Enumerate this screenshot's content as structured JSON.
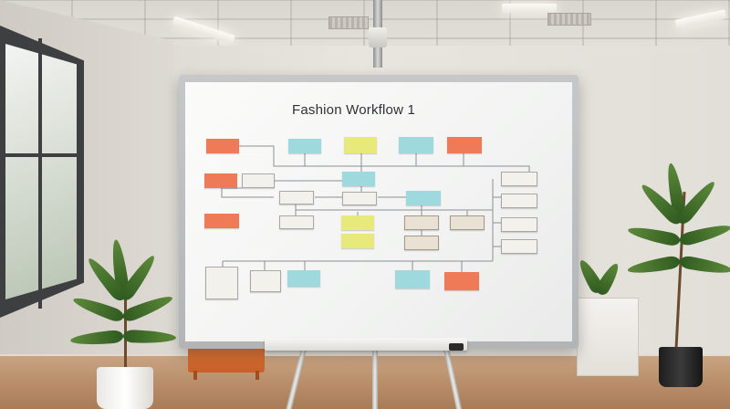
{
  "board": {
    "title": "Fashion Workflow 1",
    "notes": [
      {
        "id": "n1",
        "text": "",
        "color": "orange"
      },
      {
        "id": "n2",
        "text": "",
        "color": "blue"
      },
      {
        "id": "n3",
        "text": "",
        "color": "yellow"
      },
      {
        "id": "n4",
        "text": "",
        "color": "blue"
      },
      {
        "id": "n5",
        "text": "",
        "color": "orange"
      },
      {
        "id": "n6",
        "text": "",
        "color": "orange"
      },
      {
        "id": "n7",
        "text": "",
        "color": "white"
      },
      {
        "id": "n8",
        "text": "",
        "color": "blue"
      },
      {
        "id": "n9",
        "text": "",
        "color": "white"
      },
      {
        "id": "n10",
        "text": "",
        "color": "white"
      },
      {
        "id": "n11",
        "text": "",
        "color": "white"
      },
      {
        "id": "n12",
        "text": "",
        "color": "blue"
      },
      {
        "id": "n13",
        "text": "",
        "color": "white"
      },
      {
        "id": "n14",
        "text": "",
        "color": "orange"
      },
      {
        "id": "n15",
        "text": "",
        "color": "white"
      },
      {
        "id": "n16",
        "text": "",
        "color": "yellow"
      },
      {
        "id": "n17",
        "text": "",
        "color": "sand"
      },
      {
        "id": "n18",
        "text": "",
        "color": "sand"
      },
      {
        "id": "n19",
        "text": "",
        "color": "white"
      },
      {
        "id": "n20",
        "text": "",
        "color": "yellow"
      },
      {
        "id": "n21",
        "text": "",
        "color": "sand"
      },
      {
        "id": "n22",
        "text": "",
        "color": "white"
      },
      {
        "id": "n23",
        "text": "",
        "color": "white"
      },
      {
        "id": "n24",
        "text": "",
        "color": "white"
      },
      {
        "id": "n25",
        "text": "",
        "color": "blue"
      },
      {
        "id": "n26",
        "text": "",
        "color": "blue"
      },
      {
        "id": "n27",
        "text": "",
        "color": "orange"
      }
    ]
  },
  "colors": {
    "note_orange": "#ee7a57",
    "note_blue": "#9ed9dd",
    "note_yellow": "#e7ea7a",
    "note_white": "#f3f1ec",
    "board_frame": "#b8b9bb",
    "floor": "#b88d68"
  },
  "scene": {
    "objects": [
      "whiteboard-easel",
      "potted-plant-left",
      "potted-plant-right",
      "window",
      "ceiling-lamp",
      "orange-bench",
      "white-cabinet"
    ]
  }
}
